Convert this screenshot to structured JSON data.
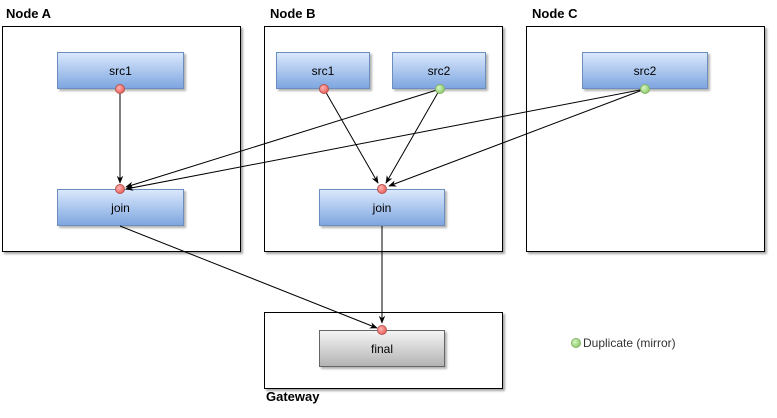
{
  "nodes": {
    "a": {
      "title": "Node A",
      "src1": "src1",
      "join": "join"
    },
    "b": {
      "title": "Node B",
      "src1": "src1",
      "src2": "src2",
      "join": "join"
    },
    "c": {
      "title": "Node C",
      "src2": "src2"
    },
    "gateway": {
      "title": "Gateway",
      "final": "final"
    }
  },
  "legend": {
    "label": "Duplicate (mirror)",
    "marker_color": "#97d077"
  },
  "colors": {
    "port_primary": "#ea6b66",
    "port_mirror": "#97d077",
    "box_fill_top": "#dae8fc",
    "box_fill_bottom": "#7ea6e0",
    "box_stroke": "#6c8ebf",
    "final_fill_top": "#f5f5f5",
    "final_fill_bottom": "#b3b3b3"
  }
}
